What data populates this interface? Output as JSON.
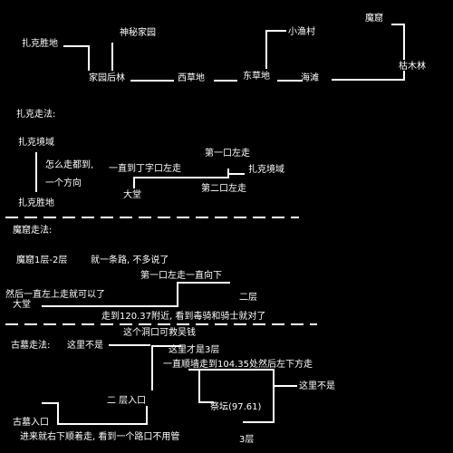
{
  "map": {
    "zaxiao": "扎克胜地",
    "shenmi": "神秘家园",
    "houlin": "家园后林",
    "xicao": "西草地",
    "dongcao": "东草地",
    "yucun": "小渔村",
    "haitan": "海滩",
    "mowo": "魔窟",
    "kumu": "枯木林"
  },
  "zake": {
    "title": "扎克走法:",
    "jingyu_top": "扎克境域",
    "note1": "怎么走都到,",
    "note2": "一个方向",
    "shengdi_bottom": "扎克胜地",
    "straight": "一直到丁字口左走",
    "first_left": "第一口左走",
    "jingyu_right": "扎克境域",
    "second_left": "第二口左走",
    "datang": "大堂"
  },
  "mowo": {
    "title": "魔窟走法:",
    "floors": "魔窟1层-2层",
    "straight_road": "就一条路, 不多说了",
    "first_left_down": "第一口左走一直向下",
    "then_up": "然后一直左上走就可以了",
    "datang": "大堂",
    "floor2": "二层",
    "coords_note": "走到120.37附近, 看到毒骑和骑士就对了"
  },
  "gumu": {
    "hole_note": "这个洞口可救吴钱",
    "title": "古墓走法:",
    "not_here1": "这里不是",
    "here_3f": "这里才是3层",
    "wall_note": "一直顺墙走到104.35处然后左下方走",
    "not_here2": "这里不是",
    "floor2_entry": "二 层入口",
    "altar": "祭坛(97.61)",
    "entry": "古墓入口",
    "floor3": "3层",
    "enter_note": "进来就右下顺着走, 看到一个路口不用管"
  }
}
